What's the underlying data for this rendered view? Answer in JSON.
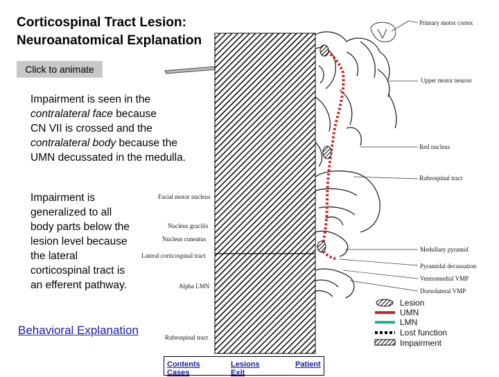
{
  "title_line1": "Corticospinal Tract Lesion:",
  "title_line2": "Neuroanatomical Explanation",
  "animate_button": "Click to animate",
  "explanation1": {
    "a": "Impairment is seen in the",
    "b": "contralateral face",
    "c": " because",
    "d": "CN VII  is crossed and the",
    "e": "contralateral body",
    "f": " because the",
    "g": "UMN decussated in the medulla."
  },
  "explanation2": {
    "l1": "Impairment is",
    "l2": "generalized to all",
    "l3": "body parts below the",
    "l4": "lesion level because",
    "l5": "the lateral",
    "l6": "corticospinal tract is",
    "l7": "an efferent pathway."
  },
  "behavioral_link": "Behavioral Explanation",
  "labels": {
    "primary_motor_cortex": "Primary motor cortex",
    "upper_motor_neuron": "Upper motor neuron",
    "red_nucleus": "Red nucleus",
    "rubrospinal_tract_top": "Rubrospinal tract",
    "facial_motor_nucleus": "Facial motor nucleus",
    "nucleus_gracilis": "Nucleus gracilis",
    "nucleus_cuneatus": "Nucleus cuneatus",
    "lateral_corticospinal_tract": "Lateral corticospinal tract",
    "alpha_lmn": "Alpha LMN",
    "rubrospinal_tract_bottom": "Rubrospinal tract",
    "medullary_pyramid": "Medullary pyramid",
    "pyramidal_decussation": "Pyramidal decussation",
    "ventromedial_vmp": "Ventromedial VMP",
    "dorsolateral_vmp": "Dorsolateral VMP"
  },
  "legend": {
    "lesion": "Lesion",
    "umn": "UMN",
    "lmn": "LMN",
    "lost_function": "Lost function",
    "impairment": "Impairment"
  },
  "nav": {
    "contents": "Contents",
    "cases": "Cases",
    "lesions": "Lesions",
    "exit": "Exit",
    "patient": "Patient"
  },
  "colors": {
    "umn": "#d42020",
    "lmn": "#19b894",
    "link": "#1b1b9a",
    "button": "#c8c8c8"
  }
}
